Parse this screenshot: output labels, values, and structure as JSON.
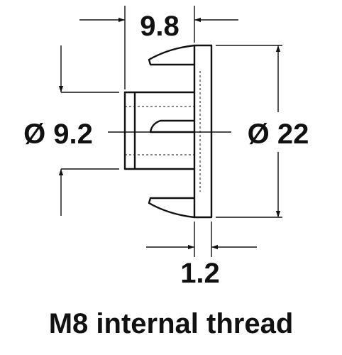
{
  "dimensions": {
    "top_width": "9.8",
    "left_diameter": "Ø 9.2",
    "right_diameter": "Ø 22",
    "bottom_width": "1.2"
  },
  "caption": "M8 internal thread",
  "colors": {
    "line": "#111111",
    "background": "#ffffff"
  }
}
